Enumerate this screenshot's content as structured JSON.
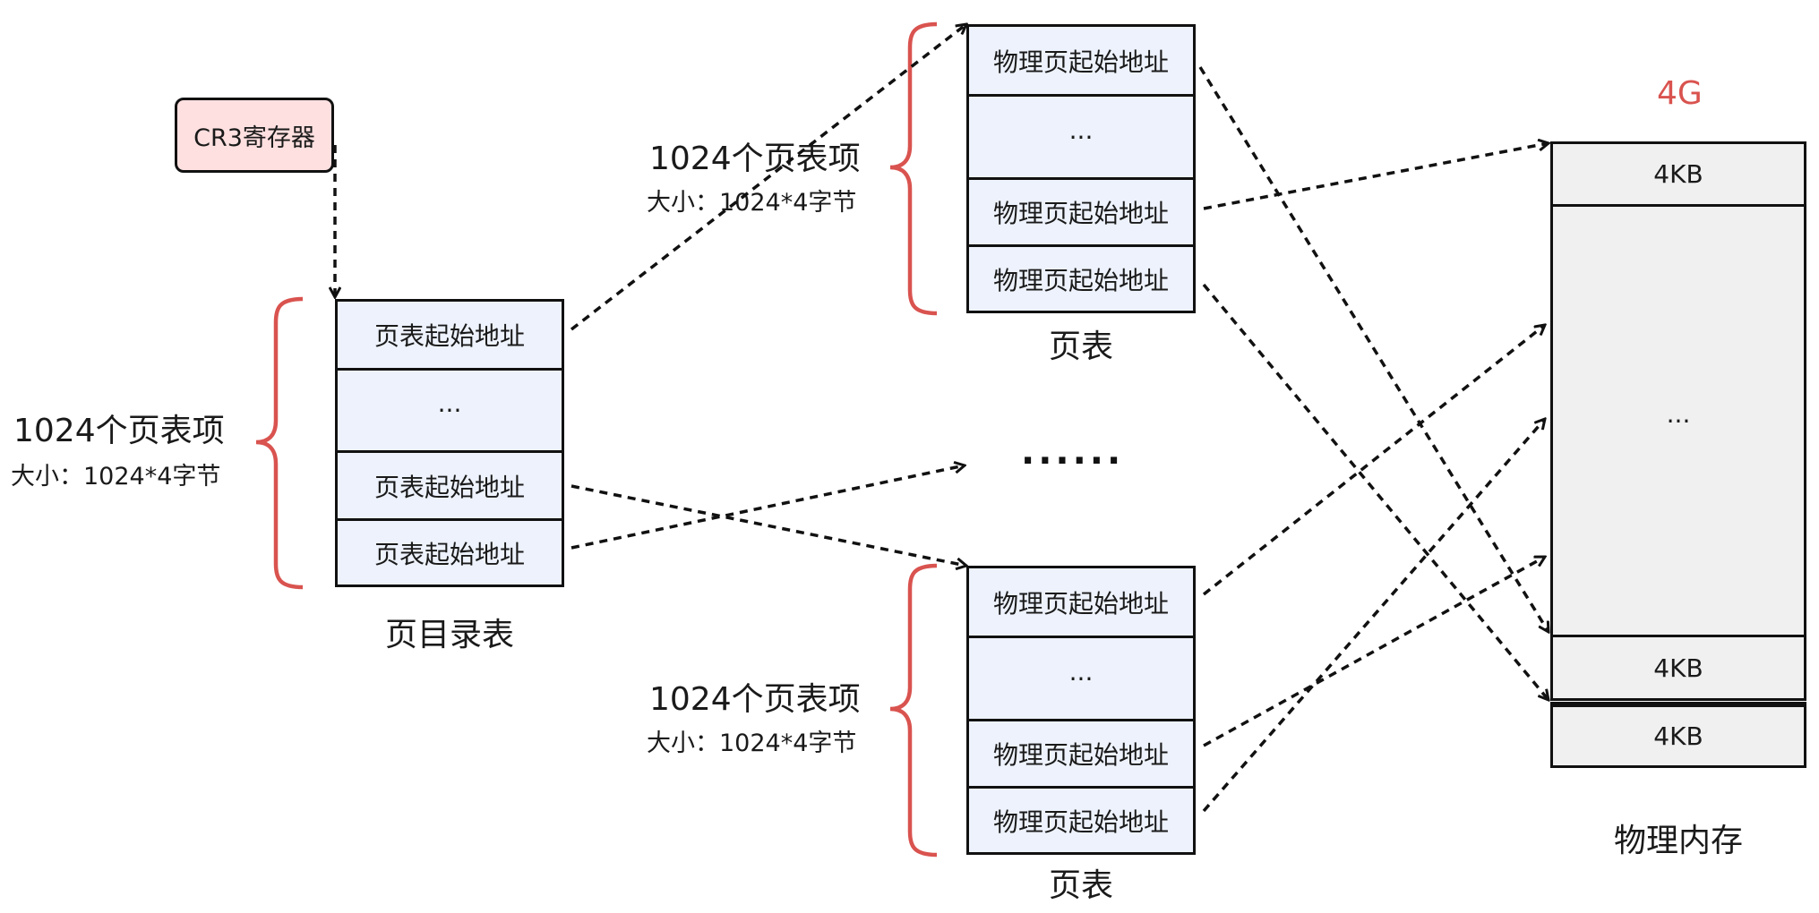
{
  "cr3": {
    "label": "CR3寄存器"
  },
  "page_directory": {
    "entries": [
      "页表起始地址",
      "···",
      "页表起始地址",
      "页表起始地址"
    ],
    "caption": "页目录表",
    "count_label": "1024个页表项",
    "size_label": "大小：1024*4字节"
  },
  "page_table_top": {
    "entries": [
      "物理页起始地址",
      "···",
      "物理页起始地址",
      "物理页起始地址"
    ],
    "caption": "页表",
    "count_label": "1024个页表项",
    "size_label": "大小：1024*4字节"
  },
  "page_table_bottom": {
    "entries": [
      "物理页起始地址",
      "···",
      "物理页起始地址",
      "物理页起始地址"
    ],
    "caption": "页表",
    "count_label": "1024个页表项",
    "size_label": "大小：1024*4字节"
  },
  "middle_ellipsis": "······",
  "physical_memory": {
    "top_label": "4G",
    "blocks": [
      "4KB",
      "···",
      "4KB",
      "4KB"
    ],
    "caption": "物理内存"
  },
  "colors": {
    "brace": "#d9534f",
    "label_4g": "#d9534f",
    "table_fill": "#edf2fc",
    "memory_fill": "#f0f0f0",
    "cr3_fill": "#ffe0e0"
  }
}
